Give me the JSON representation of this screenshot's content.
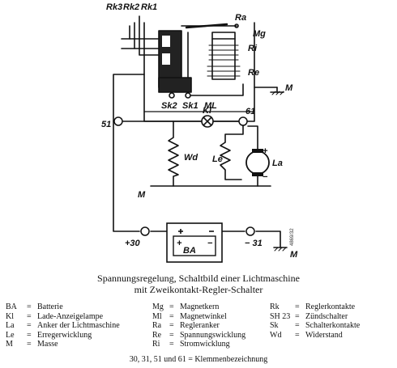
{
  "diagram": {
    "labels": {
      "rk3": "Rk3",
      "rk2": "Rk2",
      "rk1": "Rk1",
      "ra": "Ra",
      "mg": "Mg",
      "ri": "Ri",
      "re": "Re",
      "sk2": "Sk2",
      "sk1": "Sk1",
      "ml": "ML",
      "t51": "51",
      "kl": "Kl",
      "t61": "61",
      "wd": "Wd",
      "le": "Le",
      "la": "La",
      "m_top": "M",
      "m_mid": "M",
      "m_bottom": "M",
      "ba": "BA",
      "plus_sign": "+",
      "minus_sign": "−",
      "t30": "+30",
      "t31": "− 31",
      "plus_la": "+",
      "minus_la": "−",
      "ref_code": "4869/32"
    }
  },
  "caption": {
    "line1": "Spannungsregelung, Schaltbild einer Lichtmaschine",
    "line2": "mit Zweikontakt-Regler-Schalter"
  },
  "legend": {
    "col1": [
      {
        "abbr": "BA",
        "eq": "=",
        "text": "Batterie"
      },
      {
        "abbr": "Kl",
        "eq": "=",
        "text": "Lade-Anzeigelampe"
      },
      {
        "abbr": "La",
        "eq": "=",
        "text": "Anker der Lichtmaschine"
      },
      {
        "abbr": "Le",
        "eq": "=",
        "text": "Erregerwicklung"
      },
      {
        "abbr": "M",
        "eq": "=",
        "text": "Masse"
      }
    ],
    "col2": [
      {
        "abbr": "Mg",
        "eq": "=",
        "text": "Magnetkern"
      },
      {
        "abbr": "Ml",
        "eq": "=",
        "text": "Magnetwinkel"
      },
      {
        "abbr": "Ra",
        "eq": "=",
        "text": "Regleranker"
      },
      {
        "abbr": "Re",
        "eq": "=",
        "text": "Spannungswicklung"
      },
      {
        "abbr": "Ri",
        "eq": "=",
        "text": "Stromwicklung"
      }
    ],
    "col3": [
      {
        "abbr": "Rk",
        "eq": "=",
        "text": "Reglerkontakte"
      },
      {
        "abbr": "SH 23",
        "eq": "=",
        "text": "Zündschalter"
      },
      {
        "abbr": "Sk",
        "eq": "=",
        "text": "Schalterkontakte"
      },
      {
        "abbr": "Wd",
        "eq": "=",
        "text": "Widerstand"
      }
    ]
  },
  "footnote": "30, 31, 51 und 61 = Klemmenbezeichnung"
}
